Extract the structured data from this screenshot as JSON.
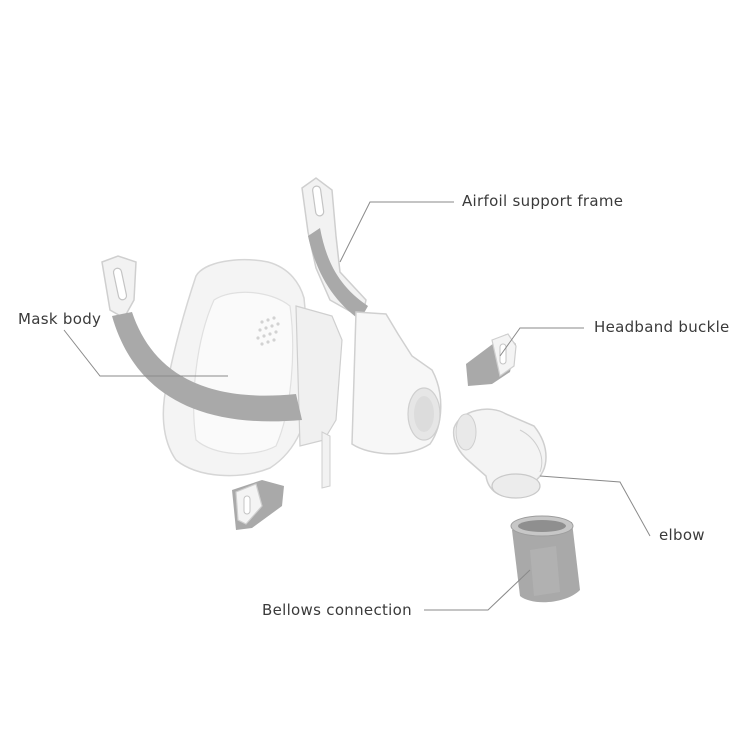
{
  "labels": {
    "airfoil_support_frame": "Airfoil support frame",
    "mask_body": "Mask body",
    "headband_buckle": "Headband buckle",
    "elbow": "elbow",
    "bellows_connection": "Bellows connection"
  },
  "colors": {
    "headband_gray": "#a9a9a9",
    "clear_silicone": "#eeeeee",
    "outline": "#c9c9c9",
    "leader_line": "#8a8a8a",
    "label_text": "#3a3a3a"
  }
}
